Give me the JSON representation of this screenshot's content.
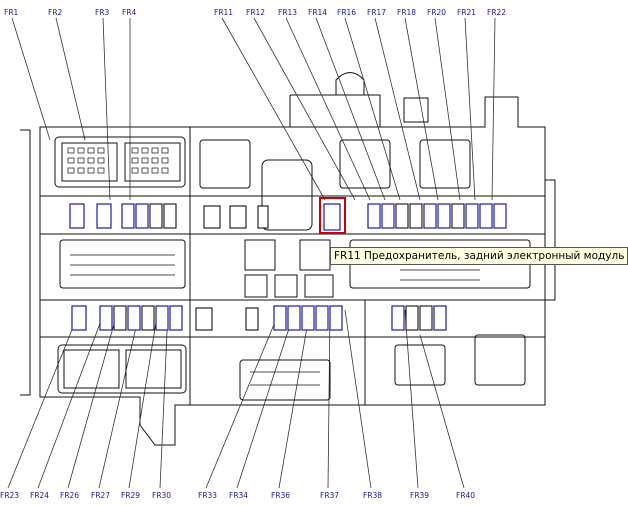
{
  "diagram": {
    "top_labels": [
      "FR1",
      "FR2",
      "FR3",
      "FR4",
      "FR11",
      "FR12",
      "FR13",
      "FR14",
      "FR16",
      "FR17",
      "FR18",
      "FR20",
      "FR21",
      "FR22"
    ],
    "bottom_labels": [
      "FR23",
      "FR24",
      "FR26",
      "FR27",
      "FR29",
      "FR30",
      "FR33",
      "FR34",
      "FR36",
      "FR37",
      "FR38",
      "FR39",
      "FR40"
    ],
    "highlight_color": "#cc0000",
    "fuse_blue_color": "#1a1aa8"
  },
  "tooltip": {
    "text": "FR11 Предохранитель, задний электронный модуль"
  }
}
